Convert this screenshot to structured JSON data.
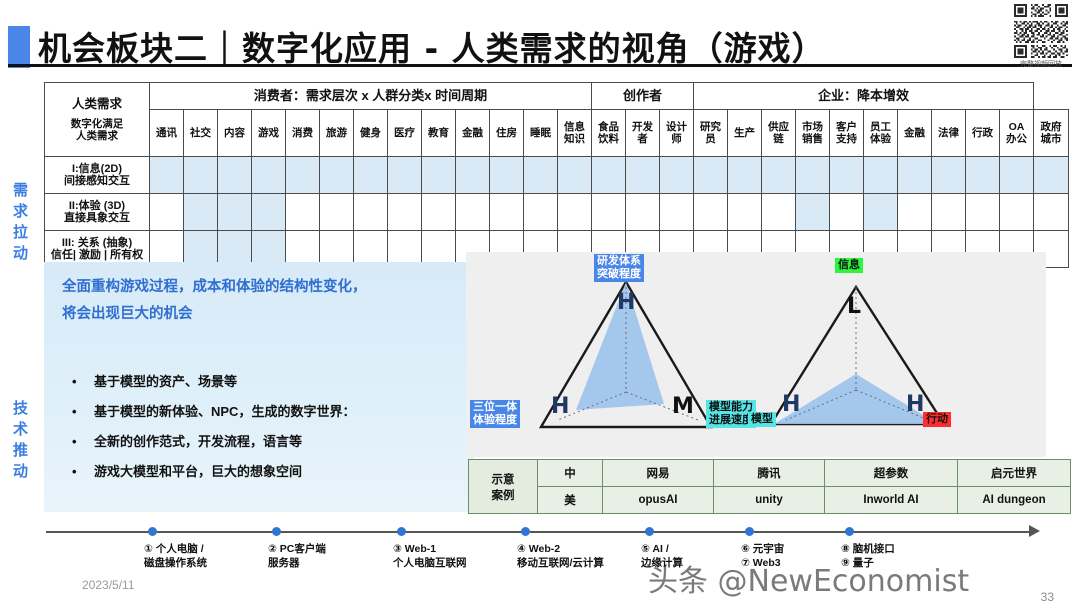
{
  "header": {
    "title": "机会板块二｜数字化应用 - 人类需求的视角（游戏）",
    "qr_caption": "完整视频回放",
    "accent_color": "#4a86e8"
  },
  "side_labels": {
    "demand": "需求拉动",
    "tech": "技术推动"
  },
  "matrix": {
    "corner_top": "人类需求",
    "corner_sub": "数字化满足\n人类需求",
    "groups": [
      {
        "label": "消费者：需求层次 x 人群分类x 时间周期",
        "span": 13
      },
      {
        "label": "创作者",
        "span": 3
      },
      {
        "label": "企业：降本增效",
        "span": 10
      }
    ],
    "columns": [
      "通讯",
      "社交",
      "内容",
      "游戏",
      "消费",
      "旅游",
      "健身",
      "医疗",
      "教育",
      "金融",
      "住房",
      "睡眠",
      "信息知识",
      "食品饮料",
      "开发者",
      "设计师",
      "研究员",
      "生产",
      "供应链",
      "市场销售",
      "客户支持",
      "员工体验",
      "金融",
      "法律",
      "行政",
      "OA办公",
      "政府城市"
    ],
    "rows": [
      {
        "label": "I:信息(2D)\n间接感知交互",
        "shaded": [
          1,
          1,
          1,
          1,
          1,
          1,
          1,
          1,
          1,
          1,
          1,
          1,
          1,
          1,
          1,
          1,
          1,
          1,
          1,
          1,
          1,
          1,
          1,
          1,
          1,
          1,
          1
        ]
      },
      {
        "label": "II:体验 (3D)\n直接具象交互",
        "shaded": [
          0,
          1,
          1,
          1,
          0,
          0,
          0,
          0,
          0,
          0,
          0,
          0,
          0,
          0,
          0,
          0,
          0,
          0,
          0,
          1,
          0,
          1,
          0,
          0,
          0,
          0,
          0
        ]
      },
      {
        "label": "III: 关系 (抽象)\n信任| 激励 | 所有权",
        "shaded": [
          0,
          1,
          1,
          1,
          0,
          0,
          0,
          0,
          0,
          0,
          0,
          0,
          0,
          0,
          0,
          0,
          0,
          0,
          0,
          0,
          0,
          0,
          0,
          0,
          0,
          0,
          0
        ]
      }
    ],
    "shade_color": "#d9e9f5"
  },
  "callout": {
    "headline_line1": "全面重构游戏过程，成本和体验的结构性变化，",
    "headline_line2": "将会出现巨大的机会",
    "bullets": [
      "基于模型的资产、场景等",
      "基于模型的新体验、NPC，生成的数字世界：",
      "全新的创作范式，开发流程，语言等",
      "游戏大模型和平台，巨大的想象空间"
    ]
  },
  "diagram": {
    "left_triangle": {
      "apex_tag": "研发体系\n突破程度",
      "left_tag": "三位一体\n体验程度",
      "right_tag": "模型能力\n进展速度",
      "apex_value": "H",
      "left_value": "H",
      "right_value": "M"
    },
    "right_triangle": {
      "apex_tag": "信息",
      "left_tag": "模型",
      "right_tag": "行动",
      "apex_value": "L",
      "left_value": "H",
      "right_value": "H"
    },
    "tag_colors": {
      "blue": "#4a86e8",
      "cyan": "#54e6e6",
      "green": "#2bf53d",
      "red": "#ff2d2d",
      "fill": "#9dc3ec"
    }
  },
  "example_table": {
    "row_label": "示意\n案例",
    "region_cn": "中",
    "region_us": "美",
    "cn_values": [
      "网易",
      "腾讯",
      "超参数",
      "启元世界"
    ],
    "us_values": [
      "opusAI",
      "unity",
      "Inworld AI",
      "AI dungeon"
    ]
  },
  "timeline": {
    "items": [
      {
        "marker": "①",
        "line1": "个人电脑 /",
        "line2": "磁盘操作系统"
      },
      {
        "marker": "②",
        "line1": "PC客户端",
        "line2": "服务器"
      },
      {
        "marker": "③",
        "line1": "Web-1",
        "line2": "个人电脑互联网"
      },
      {
        "marker": "④",
        "line1": "Web-2",
        "line2": "移动互联网/云计算"
      },
      {
        "marker": "⑤",
        "line1": "AI /",
        "line2": "边缘计算"
      },
      {
        "marker": "⑥",
        "line1": "元宇宙",
        "line2": "⑦ Web3"
      },
      {
        "marker": "⑧",
        "line1": "脑机接口",
        "line2": "⑨ 量子"
      }
    ]
  },
  "footer": {
    "date": "2023/5/11",
    "page_number": "33",
    "watermark": "头条 @NewEconomist"
  }
}
